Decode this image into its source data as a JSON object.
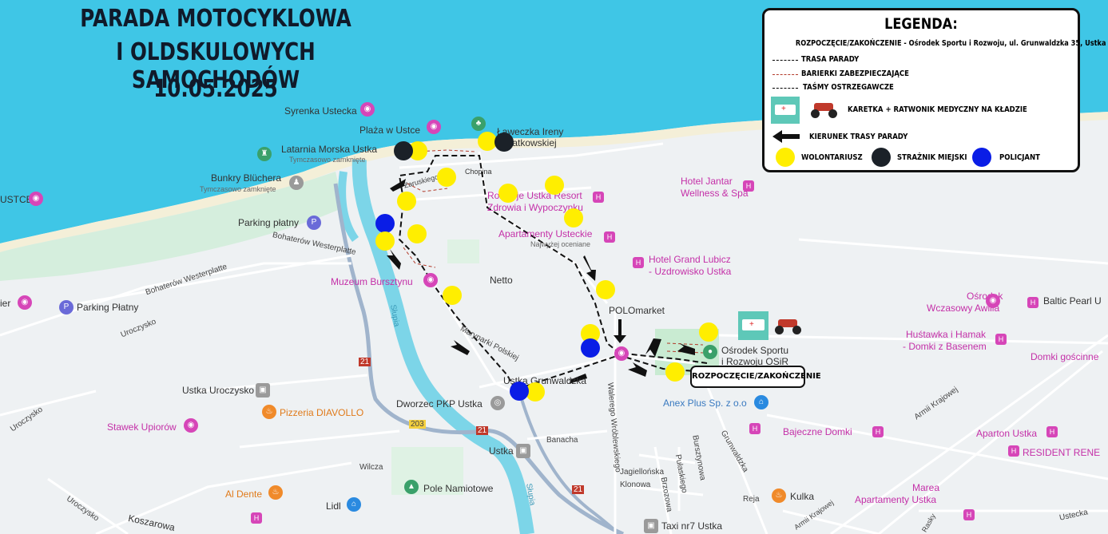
{
  "header": {
    "line1": "PARADA MOTOCYKLOWA",
    "line2": "I OLDSKULOWYCH SAMOCHODÓW",
    "line3": "10.05.2025"
  },
  "legend": {
    "title": "LEGENDA:",
    "start_end": "ROZPOCZĘCIE/ZAKOŃCZENIE - Ośrodek Sportu i Rozwoju, ul. Grunwaldzka 35, Ustka",
    "route": "TRASA PARADY",
    "barriers": "BARIERKI ZABEZPIECZAJĄCE",
    "tapes": "TAŚMY OSTRZEGAWCZE",
    "ambulance": "KARETKA + RATWONIK MEDYCZNY NA KŁADZIE",
    "direction": "KIERUNEK TRASY PARADY",
    "volunteer": "WOLONTARIUSZ",
    "guard": "STRAŻNIK MIEJSKI",
    "police": "POLICJANT"
  },
  "start_label": "ROZPOCZĘCIE/ZAKOŃCZENIE",
  "colors": {
    "sea": "#3fc6e6",
    "volunteer": "#ffee00",
    "guard": "#1b2128",
    "police": "#0a1de6",
    "poi": "#c430a8",
    "park": "#c9ebd2"
  },
  "places": {
    "syrenka": "Syrenka Ustecka",
    "plaza": "Plaża w Ustce",
    "laweczka1": "Ławeczka Ireny",
    "laweczka2": "Kwiatkowskiej",
    "latarnia": "Latarnia Morska Ustka",
    "latarnia_sub": "Tymczasowo zamknięte",
    "bunkry": "Bunkry Blüchera",
    "bunkry_sub": "Tymczasowo zamknięte",
    "ustce": "USTCE",
    "parking1": "Parking płatny",
    "bohaterow": "Bohaterów Westerplatte",
    "bohaterow2": "Bohaterów Westerplatte",
    "muzeum": "Muzeum Bursztynu",
    "parking2": "Parking Płatny",
    "ier": "ier",
    "uroczysko": "Uroczysko",
    "hotel_jantar1": "Hotel Jantar",
    "hotel_jantar2": "Wellness & Spa",
    "resort1": "Rozwoje Ustka Resort",
    "resort2": "Zdrowia i Wypoczynku",
    "apartamenty": "Apartamenty Usteckie",
    "apartamenty_sub": "Najwyżej oceniane",
    "grand1": "Hotel Grand Lubicz",
    "grand2": "- Uzdrowisko Ustka",
    "netto": "Netto",
    "polomarket": "POLOmarket",
    "osir1": "Ośrodek Sportu",
    "osir2": "i Rozwoju OSiR",
    "awilla1": "Ośrodek",
    "awilla2": "Wczasowy Awilla",
    "baltic": "Baltic Pearl U",
    "hustawka1": "Huśtawka i Hamak",
    "hustawka2": "- Domki z Basenem",
    "domki_goscinne": "Domki gościnne",
    "anex": "Anex Plus Sp. z o.o",
    "bajeczne": "Bajeczne Domki",
    "aparton": "Aparton Ustka",
    "resident": "RESIDENT RENE",
    "armii": "Armii Krajowej",
    "armii2": "Armii Krajowej",
    "marea1": "Marea",
    "marea2": "Apartamenty Ustka",
    "ustecka": "Ustecka",
    "kulka": "Kulka",
    "reja": "Reja",
    "grunwaldzka": "Grunwaldzka",
    "taxi": "Taxi nr7 Ustka",
    "walerego": "Walerego Wróblewskiego",
    "jagiellonska": "Jagiellońska",
    "klonowa": "Klonowa",
    "brzozowa": "Brzozowa",
    "pulaskiego": "Pułaskiego",
    "bursztynowa": "Bursztynowa",
    "banacha": "Banacha",
    "ustka_station": "Ustka",
    "pole": "Pole Namiotowe",
    "lidl": "Lidl",
    "al_dente": "Al Dente",
    "koszarowa": "Koszarowa",
    "wilcza": "Wilcza",
    "pizzeria": "Pizzeria DIAVOLLO",
    "stawek": "Stawek Upiorów",
    "uroczysko_bus": "Ustka Uroczysko",
    "dworzec": "Dworzec PKP Ustka",
    "ustka_grunwaldzka": "Ustka Grunwaldzka",
    "slupia": "Słupia",
    "slupia2": "Słupia",
    "marynarki": "Marynarki Polskiej",
    "chopina": "Chopina",
    "zaruskiego": "Zaruskiego",
    "r21a": "21",
    "r21b": "21",
    "r21c": "21",
    "r203": "203",
    "uroczysko2": "Uroczysko",
    "uroczysko3": "Uroczysko",
    "karlino": "Rasky"
  }
}
